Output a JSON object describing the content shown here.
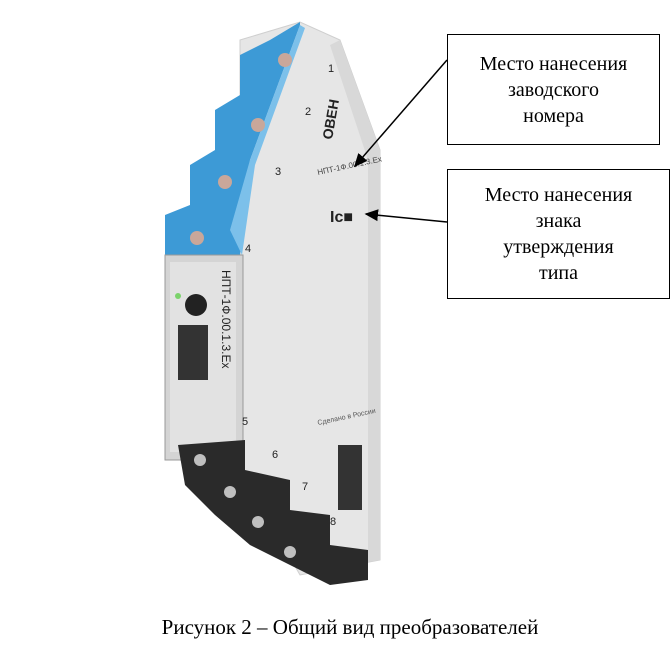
{
  "figure": {
    "caption": "Рисунок 2 – Общий вид преобразователей",
    "callouts": [
      {
        "lines": [
          "Место нанесения",
          "заводского",
          "номера"
        ]
      },
      {
        "lines": [
          "Место нанесения",
          "знака",
          "утверждения",
          "типа"
        ]
      }
    ],
    "device": {
      "brand": "ОВЕН",
      "model": "НПТ-1Ф.00.1.3.Ex",
      "front_label": "НПТ-1Ф.00.1.3.Ex",
      "origin": "Сделано в России",
      "terminal_numbers": [
        "1",
        "2",
        "3",
        "4",
        "5",
        "6",
        "7",
        "8"
      ],
      "colors": {
        "top_terminals": "#3d9ad6",
        "body": "#e4e4e4",
        "bottom_terminals": "#2a2a2a"
      }
    }
  }
}
